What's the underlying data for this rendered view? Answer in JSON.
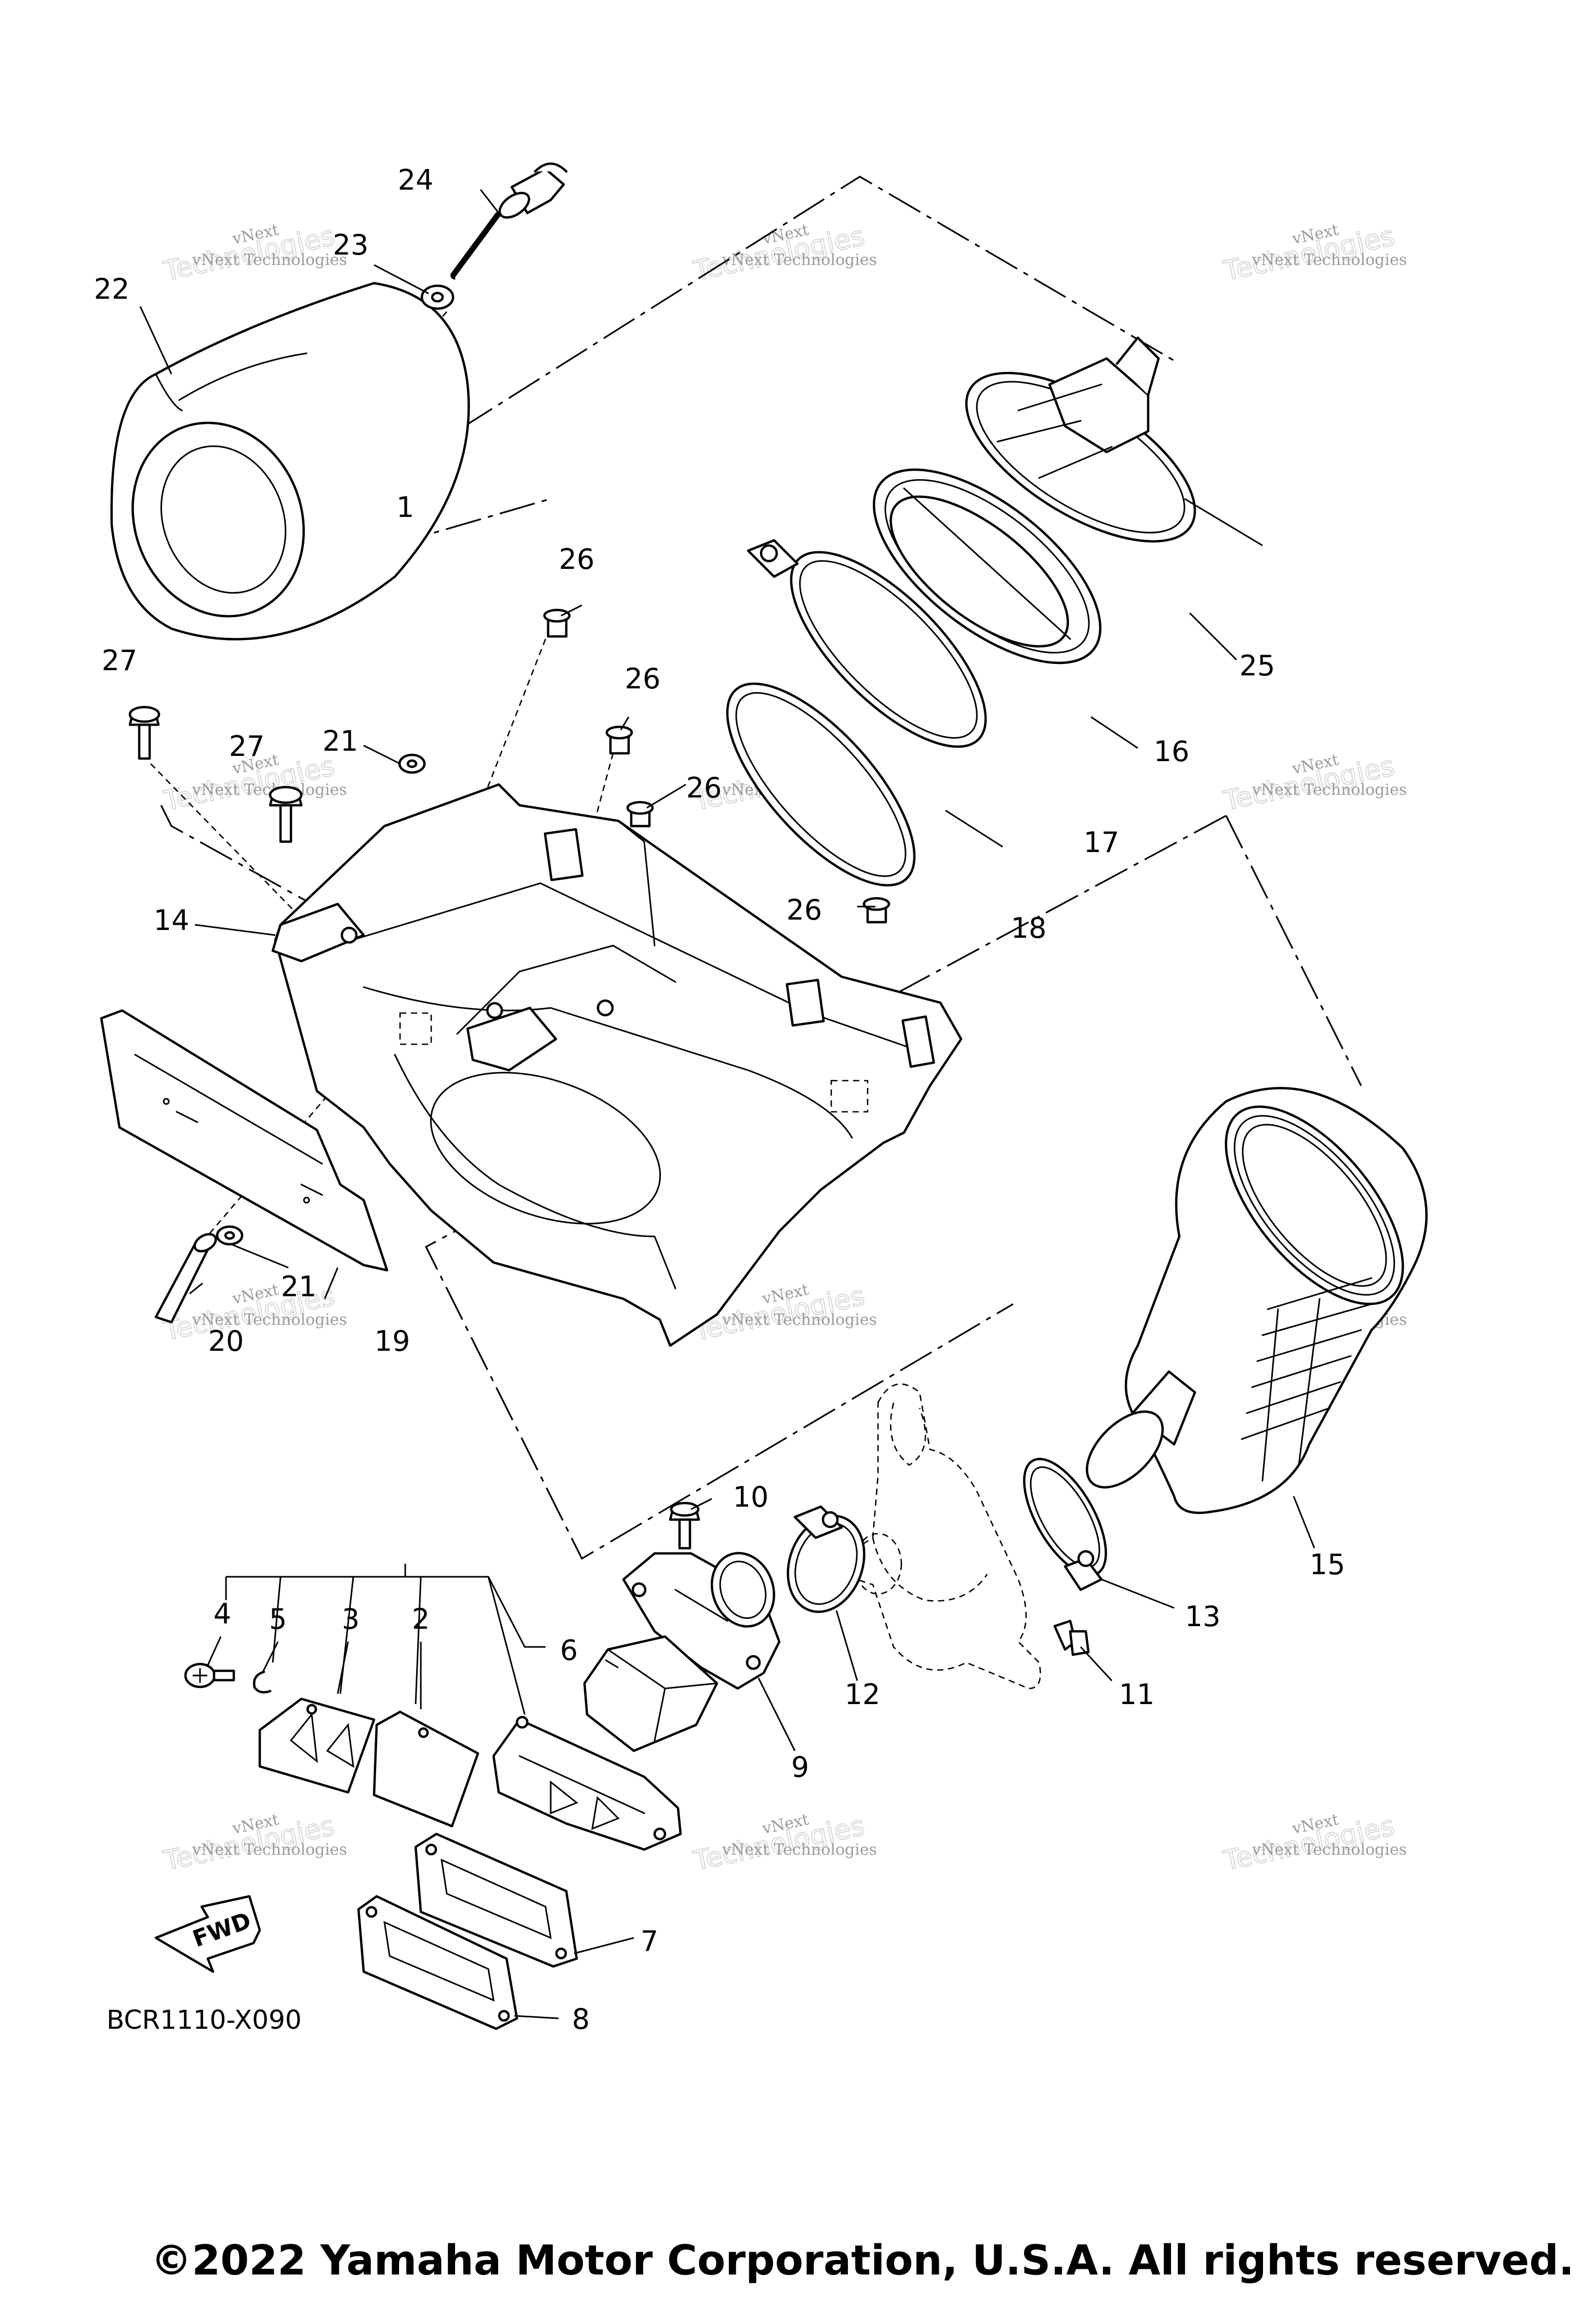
{
  "diagram": {
    "drawing_code": "BCR1110-X090",
    "fwd_label": "FWD",
    "copyright": "©2022 Yamaha Motor Corporation, U.S.A. All rights reserved.",
    "watermark": {
      "line": "vNext Technologies",
      "wordmark": "vNext",
      "big_text": "Technologies"
    },
    "callouts": [
      "1",
      "2",
      "3",
      "4",
      "5",
      "6",
      "7",
      "8",
      "9",
      "10",
      "11",
      "12",
      "13",
      "14",
      "15",
      "16",
      "17",
      "18",
      "19",
      "20",
      "21",
      "21",
      "22",
      "23",
      "24",
      "25",
      "26",
      "26",
      "26",
      "26",
      "27",
      "27"
    ]
  }
}
